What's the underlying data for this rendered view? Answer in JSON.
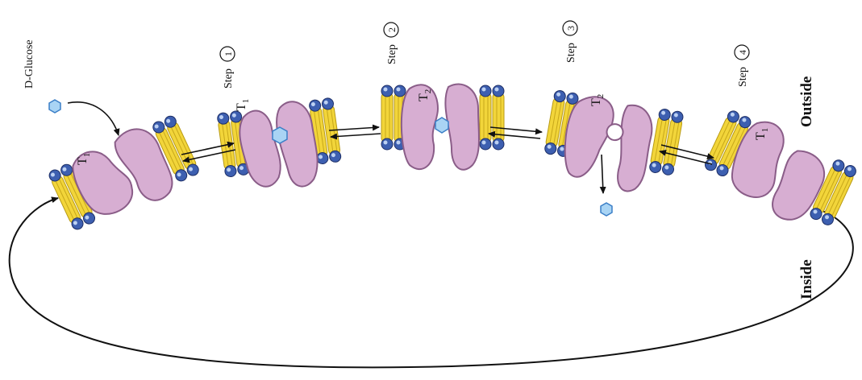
{
  "labels": {
    "glucose": "D-Glucose",
    "outside": "Outside",
    "inside": "Inside"
  },
  "steps": [
    {
      "word": "Step",
      "num": "1"
    },
    {
      "word": "Step",
      "num": "2"
    },
    {
      "word": "Step",
      "num": "3"
    },
    {
      "word": "Step",
      "num": "4"
    }
  ],
  "transporters": [
    {
      "state": "T",
      "sub": "1"
    },
    {
      "state": "T",
      "sub": "1"
    },
    {
      "state": "T",
      "sub": "2"
    },
    {
      "state": "T",
      "sub": "2"
    },
    {
      "state": "T",
      "sub": "1"
    }
  ],
  "colors": {
    "protein": "#d7aed2",
    "protein_stroke": "#8a5d88",
    "lipid_tail": "#f2d53a",
    "lipid_head": "#3d5fb0",
    "glucose": "#a9d4f4",
    "glucose_stroke": "#3b7fc7",
    "line": "#111111"
  }
}
